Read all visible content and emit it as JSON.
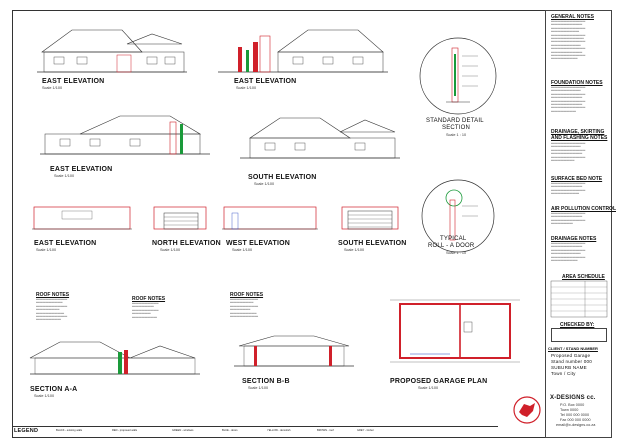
{
  "elevations": {
    "a": {
      "title": "EAST ELEVATION",
      "scale": "Scale 1/100"
    },
    "b": {
      "title": "EAST ELEVATION",
      "scale": "Scale 1/100"
    },
    "c": {
      "title": "EAST ELEVATION",
      "scale": "Scale 1/100"
    },
    "d": {
      "title": "SOUTH ELEVATION",
      "scale": "Scale 1/100"
    },
    "e": {
      "title": "EAST ELEVATION",
      "scale": "Scale 1/100"
    },
    "f": {
      "title": "NORTH ELEVATION",
      "scale": "Scale 1/100"
    },
    "g": {
      "title": "WEST ELEVATION",
      "scale": "Scale 1/100"
    },
    "h": {
      "title": "SOUTH ELEVATION",
      "scale": "Scale 1/100"
    }
  },
  "details": {
    "standard": {
      "title1": "STANDARD DETAIL",
      "title2": "SECTION",
      "scale": "Scale 1 : 10"
    },
    "door": {
      "title1": "TYPICAL",
      "title2": "ROLL - A DOOR",
      "scale": "Scale 1 : 10"
    }
  },
  "roof_notes": {
    "a": "ROOF NOTES",
    "b": "ROOF NOTES",
    "c": "ROOF NOTES"
  },
  "sections": {
    "aa": {
      "title": "SECTION A-A",
      "scale": "Scale 1/100"
    },
    "bb": {
      "title": "SECTION B-B",
      "scale": "Scale 1/100"
    }
  },
  "garage_plan": {
    "title": "PROPOSED GARAGE PLAN",
    "scale": "Scale 1/100"
  },
  "notes": {
    "general": "GENERAL NOTES",
    "foundation": "FOUNDATION NOTES",
    "drainage_skirting": "DRAINAGE, SKIRTING AND FLASHING NOTES",
    "surface_bed": "SURFACE BED NOTE",
    "air_pollution": "AIR POLLUTION CONTROL",
    "drainage": "DRAINAGE NOTES",
    "area_schedule": "AREA SCHEDULE",
    "checked_by": "CHECKED BY:",
    "client": "CLIENT / STAND NUMBER"
  },
  "project": {
    "line1": "Proposed Garage",
    "line2": "Stand number 000",
    "line3": "SUBURB NAME",
    "line4": "Town / City"
  },
  "company": {
    "name": "X-DESIGNS cc.",
    "line1": "P.O. Box 0000",
    "line2": "Town 0000",
    "line3": "Tel 000 000 0000",
    "line4": "Fax 000 000 0000",
    "line5": "email@x-designs.co.za"
  },
  "legend": {
    "label": "LEGEND",
    "items": [
      "BLACK - existing walls",
      "RED - proposed walls",
      "GREEN - windows",
      "BLUE - doors",
      "YELLOW - demolish",
      "BROWN - roof",
      "GREY - timber"
    ]
  },
  "colors": {
    "red": "#d0202a",
    "green": "#1a9a3a",
    "blue": "#2040c0",
    "line": "#333333"
  }
}
